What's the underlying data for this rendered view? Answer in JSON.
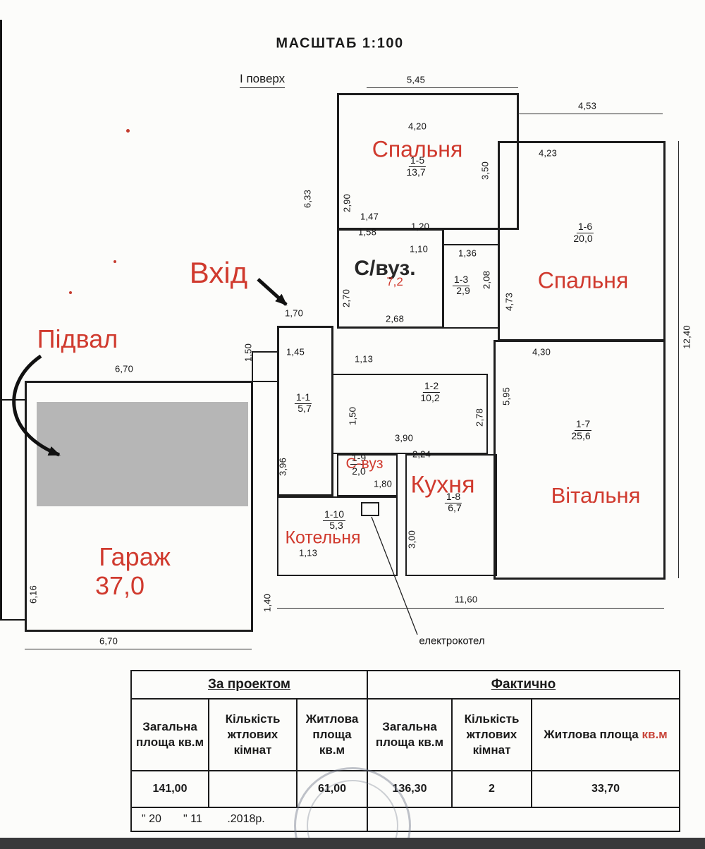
{
  "header": {
    "scale": "МАСШТАБ  1:100",
    "floor": "І поверх"
  },
  "plan": {
    "labels": {
      "bedroom_top": "Спальня",
      "bedroom_right": "Спальня",
      "bathroom_main": "С/вуз.",
      "bathroom_main_area": "7,2",
      "bathroom_small": "С-вуз",
      "kitchen": "Кухня",
      "living_room": "Вітальня",
      "boiler_room": "Котельня",
      "garage": "Гараж",
      "garage_area": "37,0",
      "entrance": "Вхід",
      "basement": "Підвал",
      "electric_boiler": "електрокотел"
    },
    "rooms": [
      {
        "num": "1-5",
        "area": "13,7"
      },
      {
        "num": "1-6",
        "area": "20,0"
      },
      {
        "num": "1-3",
        "area": "2,9"
      },
      {
        "num": "1-1",
        "area": "5,7"
      },
      {
        "num": "1-2",
        "area": "10,2"
      },
      {
        "num": "1-7",
        "area": "25,6"
      },
      {
        "num": "1-9",
        "area": "2,0"
      },
      {
        "num": "1-8",
        "area": "6,7"
      },
      {
        "num": "1-10",
        "area": "5,3"
      }
    ],
    "dims": [
      "5,45",
      "4,53",
      "4,20",
      "4,23",
      "1,47",
      "1,58",
      "1,20",
      "1,10",
      "1,36",
      "2,68",
      "1,70",
      "1,45",
      "1,13",
      "6,70",
      "4,30",
      "3,90",
      "2,24",
      "1,80",
      "1,13",
      "11,60",
      "6,70",
      "6,33",
      "2,90",
      "3,50",
      "12,40",
      "2,08",
      "4,73",
      "2,70",
      "1,50",
      "5,95",
      "1,50",
      "2,78",
      "3,96",
      "3,00",
      "1,40",
      "6,16"
    ]
  },
  "table": {
    "group_project": "За  проектом",
    "group_actual": "Фактично",
    "headers": [
      "Загальна площа кв.м",
      "Кількість жтлових кімнат",
      "Житлова площа кв.м",
      "Загальна площа кв.м",
      "Кількість жтлових кімнат",
      "Житлова площа"
    ],
    "header_last_suffix": "кв.м",
    "values": [
      "141,00",
      "",
      "61,00",
      "136,30",
      "2",
      "33,70"
    ],
    "date": "\" 20       \" 11        .2018р."
  },
  "colors": {
    "label_red": "#d03a2e"
  }
}
